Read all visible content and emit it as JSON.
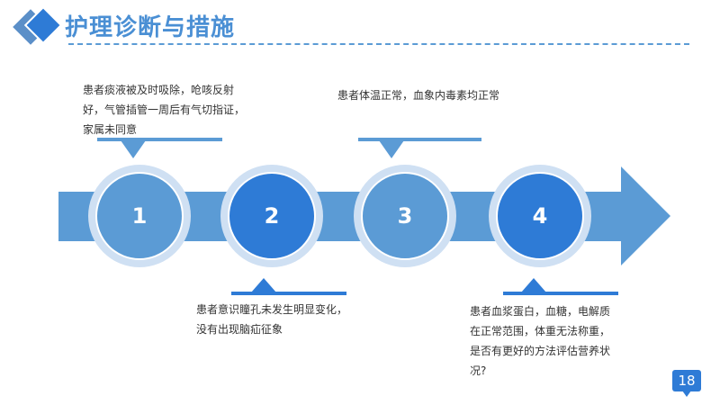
{
  "header": {
    "title": "护理诊断与措施"
  },
  "steps": [
    {
      "number": "1",
      "text": "患者痰液被及时吸除，呛咳反射好，气管插管一周后有气切指证，家属未同意"
    },
    {
      "number": "2",
      "text": "患者意识瞳孔未发生明显变化，没有出现脑疝征象"
    },
    {
      "number": "3",
      "text": "患者体温正常，血象内毒素均正常"
    },
    {
      "number": "4",
      "text": "患者血浆蛋白，血糖，电解质在正常范围，体重无法称重，是否有更好的方法评估营养状况?"
    }
  ],
  "page_number": "18",
  "colors": {
    "light": "#5b9bd5",
    "dark": "#2e7bd6",
    "ring": "#bcd4ee"
  }
}
